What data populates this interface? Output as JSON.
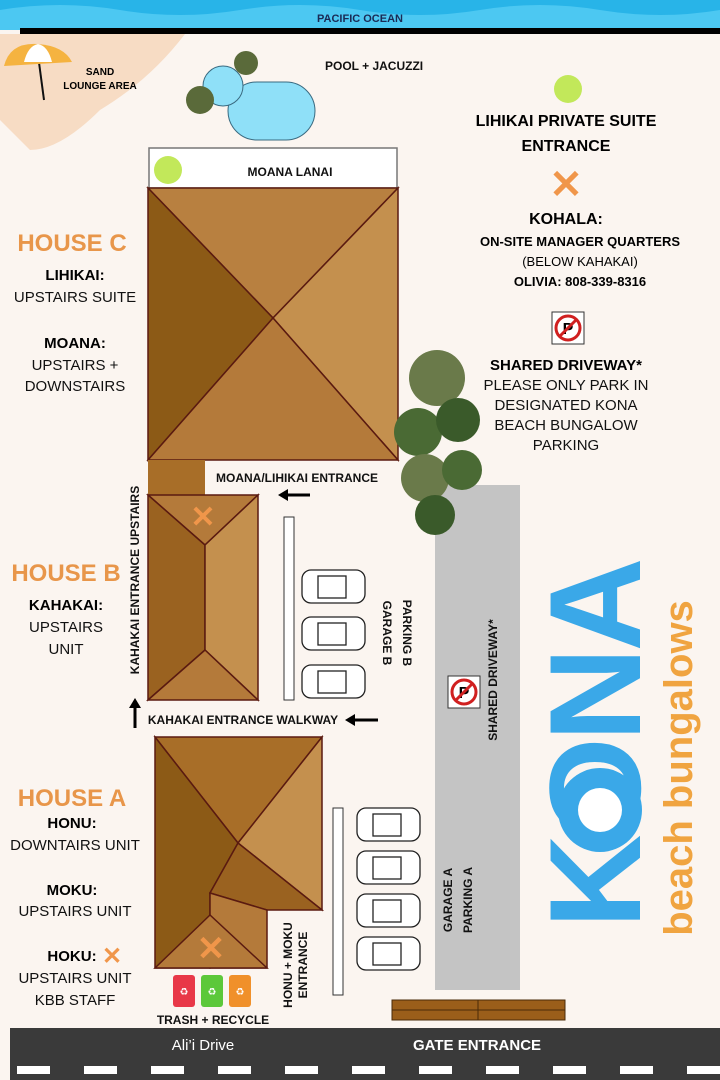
{
  "ocean": {
    "label": "PACIFIC OCEAN"
  },
  "sand": {
    "line1": "SAND",
    "line2": "LOUNGE AREA"
  },
  "pool": {
    "label": "POOL + JACUZZI"
  },
  "lanai": {
    "label": "MOANA LANAI"
  },
  "legend": {
    "lihikai_line1": "LIHIKAI PRIVATE SUITE",
    "lihikai_line2": "ENTRANCE",
    "kohala_title": "KOHALA:",
    "kohala_line1": "ON-SITE MANAGER QUARTERS",
    "kohala_line2": "(BELOW KAHAKAI)",
    "kohala_line3": "OLIVIA: 808-339-8316",
    "driveway_title": "SHARED DRIVEWAY*",
    "driveway_line1": "PLEASE ONLY PARK IN",
    "driveway_line2": "DESIGNATED KONA",
    "driveway_line3": "BEACH BUNGALOW",
    "driveway_line4": "PARKING",
    "colors": {
      "lihikai": "#c2e85a",
      "kohala": "#f0964a"
    }
  },
  "house_c": {
    "title": "HOUSE C",
    "u1_name": "LIHIKAI:",
    "u1_desc": "UPSTAIRS SUITE",
    "u2_name": "MOANA:",
    "u2_desc1": "UPSTAIRS +",
    "u2_desc2": "DOWNSTAIRS"
  },
  "house_b": {
    "title": "HOUSE B",
    "u1_name": "KAHAKAI:",
    "u1_desc1": "UPSTAIRS",
    "u1_desc2": "UNIT"
  },
  "house_a": {
    "title": "HOUSE A",
    "u1_name": "HONU:",
    "u1_desc": "DOWNTAIRS UNIT",
    "u2_name": "MOKU:",
    "u2_desc": "UPSTAIRS UNIT",
    "u3_name": "HOKU:",
    "u3_desc1": "UPSTAIRS UNIT",
    "u3_desc2": "KBB STAFF"
  },
  "map_labels": {
    "moana_lihikai_entrance": "MOANA/LIHIKAI ENTRANCE",
    "kahakai_upstairs": "KAHAKAI ENTRANCE UPSTAIRS",
    "kahakai_walkway": "KAHAKAI ENTRANCE WALKWAY",
    "garage_b1": "GARAGE B",
    "garage_b2": "PARKING B",
    "shared_driveway": "SHARED DRIVEWAY*",
    "garage_a1": "GARAGE A",
    "garage_a2": "PARKING A",
    "honu_moku1": "HONU + MOKU",
    "honu_moku2": "ENTRANCE",
    "trash": "TRASH + RECYCLE"
  },
  "road": {
    "street": "Ali’i Drive",
    "gate": "GATE ENTRANCE"
  },
  "logo": {
    "main": "KONA",
    "sub": "beach bungalows"
  }
}
